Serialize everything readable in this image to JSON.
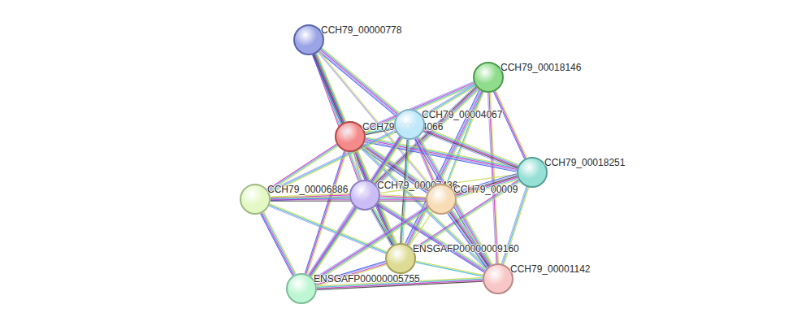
{
  "diagram": {
    "nodes": [
      {
        "text": [
          "CCH79_00000778"
        ]
      },
      {
        "text": [
          "CCH79_00018146"
        ]
      },
      {
        "text": [
          "CCH79_00004066"
        ]
      },
      {
        "text": [
          "CCH79_00004067"
        ]
      },
      {
        "text": [
          "CCH79_00018251"
        ]
      },
      {
        "text": [
          "CCH79_00006886"
        ]
      },
      {
        "text": [
          "CCH79_00007436"
        ]
      },
      {
        "text": [
          "CCH79_00009"
        ]
      },
      {
        "text": [
          "ENSGAFP00000009160"
        ]
      },
      {
        "text": [
          "CCH79_00001142"
        ]
      },
      {
        "text": [
          "ENSGAFP00000005755"
        ]
      }
    ],
    "edges": [
      {
        "from": 0,
        "to": 2,
        "arrow": "none"
      },
      {
        "from": 0,
        "to": 3,
        "arrow": "none"
      },
      {
        "from": 0,
        "to": 6,
        "arrow": "none"
      },
      {
        "from": 0,
        "to": 7,
        "arrow": "none"
      },
      {
        "from": 0,
        "to": 8,
        "arrow": "none"
      },
      {
        "from": 1,
        "to": 2,
        "arrow": "none"
      },
      {
        "from": 1,
        "to": 3,
        "arrow": "none"
      },
      {
        "from": 1,
        "to": 4,
        "arrow": "none"
      },
      {
        "from": 1,
        "to": 6,
        "arrow": "none"
      },
      {
        "from": 1,
        "to": 7,
        "arrow": "none"
      },
      {
        "from": 1,
        "to": 8,
        "arrow": "none"
      },
      {
        "from": 1,
        "to": 9,
        "arrow": "none"
      },
      {
        "from": 2,
        "to": 3,
        "arrow": "none"
      },
      {
        "from": 2,
        "to": 4,
        "arrow": "none"
      },
      {
        "from": 2,
        "to": 5,
        "arrow": "none"
      },
      {
        "from": 2,
        "to": 6,
        "arrow": "none"
      },
      {
        "from": 2,
        "to": 7,
        "arrow": "none"
      },
      {
        "from": 2,
        "to": 8,
        "arrow": "none"
      },
      {
        "from": 2,
        "to": 9,
        "arrow": "none"
      },
      {
        "from": 2,
        "to": 10,
        "arrow": "none"
      },
      {
        "from": 3,
        "to": 4,
        "arrow": "none"
      },
      {
        "from": 3,
        "to": 5,
        "arrow": "none"
      },
      {
        "from": 3,
        "to": 6,
        "arrow": "none"
      },
      {
        "from": 3,
        "to": 7,
        "arrow": "none"
      },
      {
        "from": 3,
        "to": 8,
        "arrow": "none"
      },
      {
        "from": 3,
        "to": 9,
        "arrow": "none"
      },
      {
        "from": 3,
        "to": 10,
        "arrow": "none"
      },
      {
        "from": 4,
        "to": 6,
        "arrow": "none"
      },
      {
        "from": 4,
        "to": 7,
        "arrow": "none"
      },
      {
        "from": 4,
        "to": 8,
        "arrow": "none"
      },
      {
        "from": 4,
        "to": 9,
        "arrow": "none"
      },
      {
        "from": 5,
        "to": 6,
        "arrow": "none"
      },
      {
        "from": 5,
        "to": 7,
        "arrow": "none"
      },
      {
        "from": 5,
        "to": 8,
        "arrow": "none"
      },
      {
        "from": 5,
        "to": 10,
        "arrow": "none"
      },
      {
        "from": 6,
        "to": 7,
        "arrow": "none"
      },
      {
        "from": 6,
        "to": 8,
        "arrow": "none"
      },
      {
        "from": 6,
        "to": 9,
        "arrow": "none"
      },
      {
        "from": 6,
        "to": 10,
        "arrow": "none"
      },
      {
        "from": 7,
        "to": 8,
        "arrow": "none"
      },
      {
        "from": 7,
        "to": 9,
        "arrow": "none"
      },
      {
        "from": 7,
        "to": 10,
        "arrow": "none"
      },
      {
        "from": 8,
        "to": 9,
        "arrow": "none"
      },
      {
        "from": 8,
        "to": 10,
        "arrow": "none"
      },
      {
        "from": 10,
        "to": 9,
        "arrow": "none"
      }
    ]
  }
}
